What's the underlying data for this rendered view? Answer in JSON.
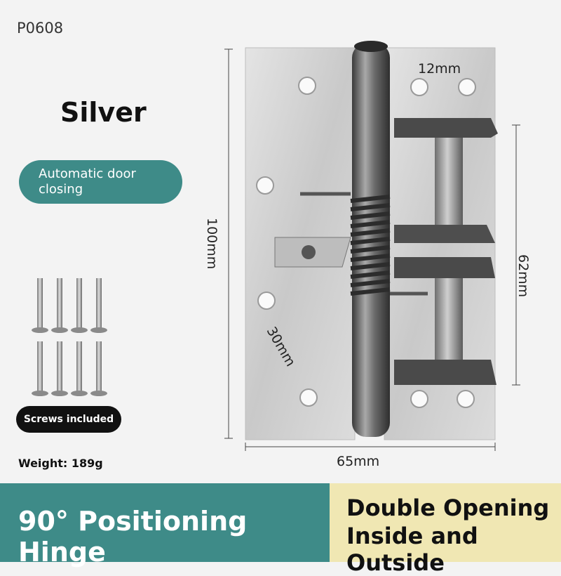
{
  "product_code": "P0608",
  "color_label": "Silver",
  "feature_badge": "Automatic door closing",
  "screws_badge": "Screws included",
  "weight": "Weight: 189g",
  "dimensions": {
    "height": "100mm",
    "width": "65mm",
    "hole_spacing": "12mm",
    "arm_span": "62mm",
    "diagonal": "30mm"
  },
  "banner": {
    "left": "90° Positioning Hinge",
    "right_line1": "Double Opening",
    "right_line2": "Inside and Outside"
  },
  "colors": {
    "teal": "#3e8b88",
    "cream": "#f0e7b3",
    "black": "#111111"
  }
}
